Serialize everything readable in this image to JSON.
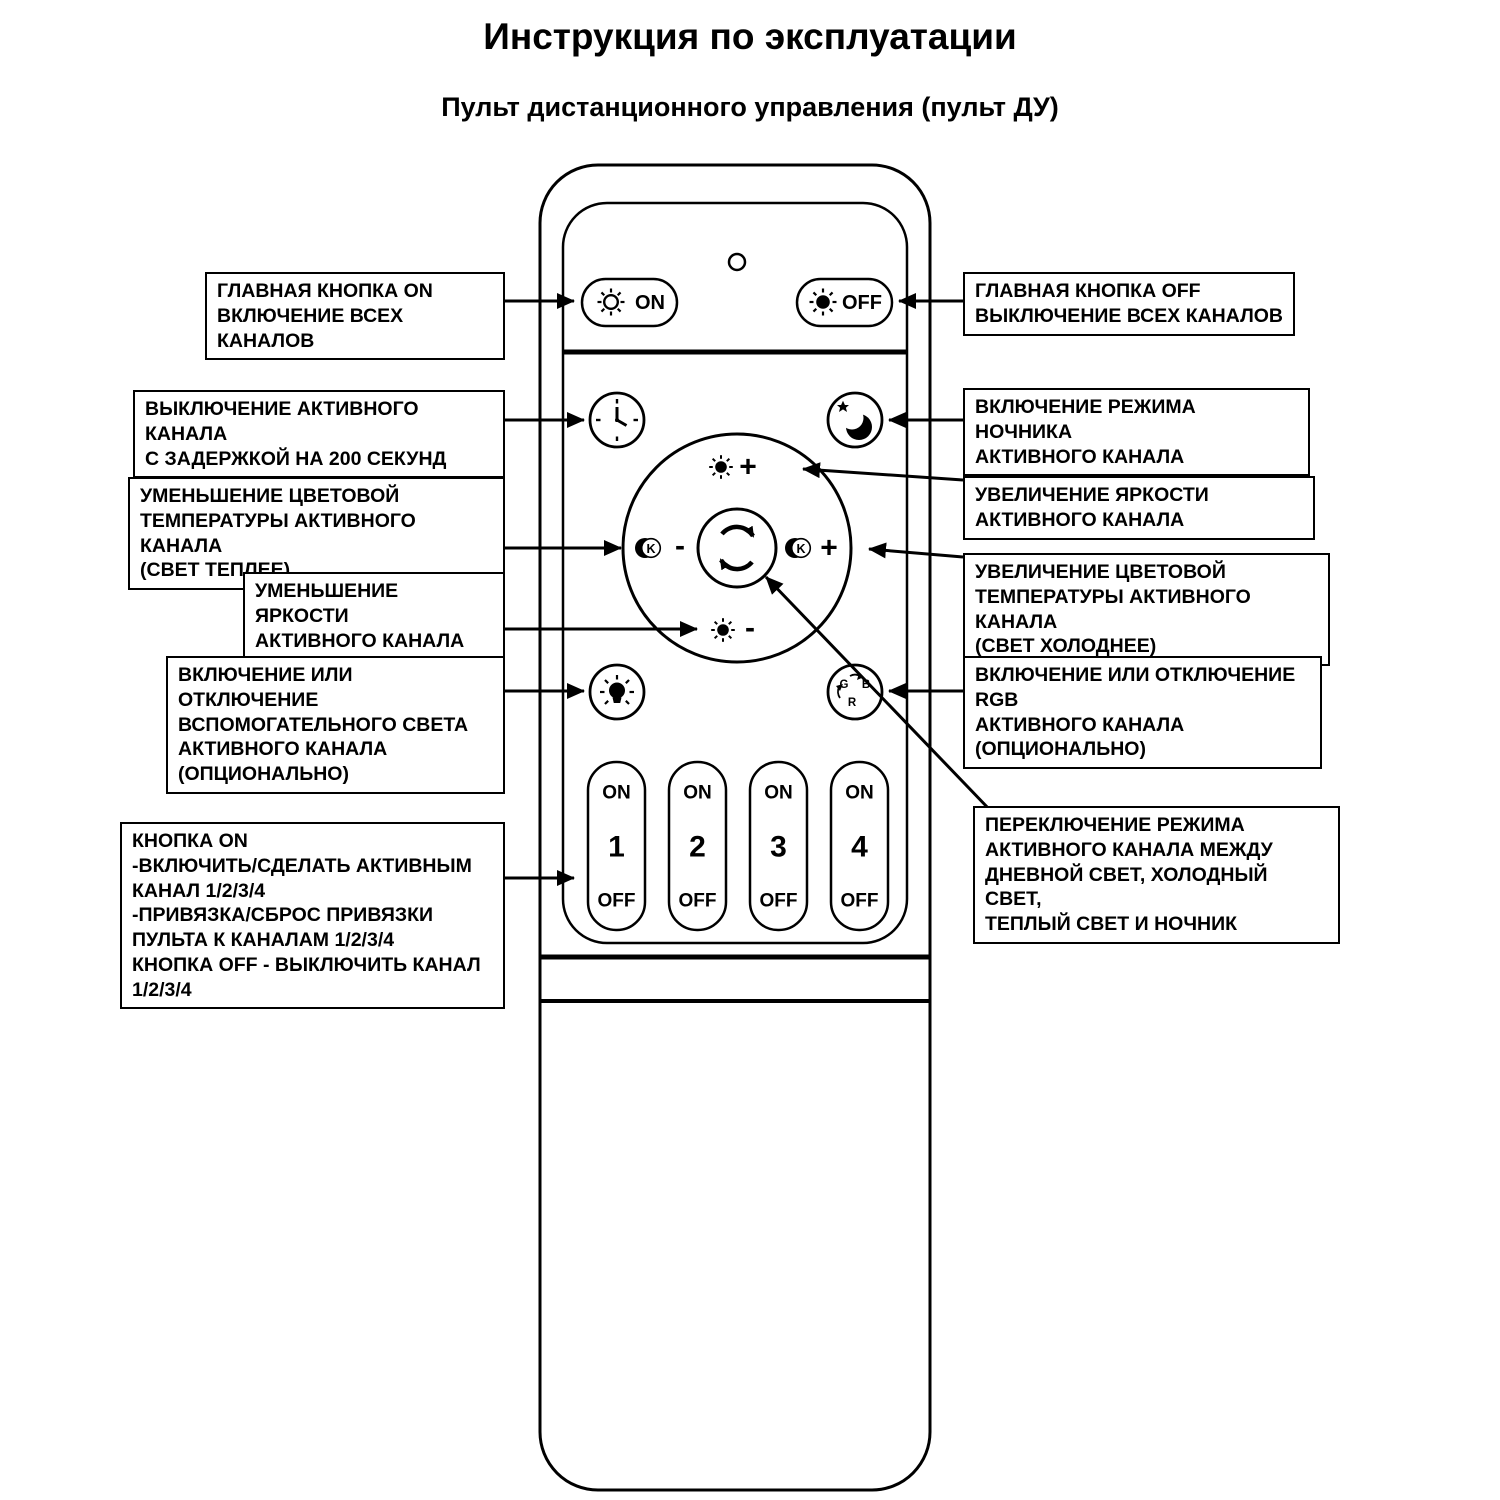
{
  "title": "Инструкция по эксплуатации",
  "subtitle": "Пульт дистанционного управления (пульт ДУ)",
  "remote": {
    "on_label": "ON",
    "off_label": "OFF",
    "dpad": {
      "brightness_up_sign": "+",
      "brightness_down_sign": "-",
      "temp_down_sign": "-",
      "temp_up_sign": "+",
      "kelvin": "K"
    },
    "rgb": {
      "g": "G",
      "r": "R",
      "b": "B"
    },
    "channels": [
      {
        "on": "ON",
        "num": "1",
        "off": "OFF"
      },
      {
        "on": "ON",
        "num": "2",
        "off": "OFF"
      },
      {
        "on": "ON",
        "num": "3",
        "off": "OFF"
      },
      {
        "on": "ON",
        "num": "4",
        "off": "OFF"
      }
    ]
  },
  "callouts": {
    "left": [
      {
        "text": "ГЛАВНАЯ КНОПКА ON\nВКЛЮЧЕНИЕ ВСЕХ КАНАЛОВ"
      },
      {
        "text": "ВЫКЛЮЧЕНИЕ АКТИВНОГО КАНАЛА\nС ЗАДЕРЖКОЙ НА 200 СЕКУНД"
      },
      {
        "text": "УМЕНЬШЕНИЕ ЦВЕТОВОЙ\nТЕМПЕРАТУРЫ АКТИВНОГО КАНАЛА\n(СВЕТ ТЕПЛЕЕ)"
      },
      {
        "text": "УМЕНЬШЕНИЕ ЯРКОСТИ\nАКТИВНОГО КАНАЛА"
      },
      {
        "text": "ВКЛЮЧЕНИЕ ИЛИ ОТКЛЮЧЕНИЕ\nВСПОМОГАТЕЛЬНОГО СВЕТА\nАКТИВНОГО КАНАЛА\n(ОПЦИОНАЛЬНО)"
      },
      {
        "text": "КНОПКА ON\n-ВКЛЮЧИТЬ/СДЕЛАТЬ АКТИВНЫМ\nКАНАЛ 1/2/3/4\n-ПРИВЯЗКА/СБРОС ПРИВЯЗКИ\nПУЛЬТА К КАНАЛАМ 1/2/3/4\nКНОПКА OFF - ВЫКЛЮЧИТЬ КАНАЛ\n1/2/3/4"
      }
    ],
    "right": [
      {
        "text": "ГЛАВНАЯ КНОПКА OFF\nВЫКЛЮЧЕНИЕ ВСЕХ КАНАЛОВ"
      },
      {
        "text": "ВКЛЮЧЕНИЕ РЕЖИМА НОЧНИКА\nАКТИВНОГО КАНАЛА"
      },
      {
        "text": "УВЕЛИЧЕНИЕ ЯРКОСТИ\nАКТИВНОГО КАНАЛА"
      },
      {
        "text": "УВЕЛИЧЕНИЕ ЦВЕТОВОЙ\nТЕМПЕРАТУРЫ АКТИВНОГО КАНАЛА\n(СВЕТ ХОЛОДНЕЕ)"
      },
      {
        "text": "ВКЛЮЧЕНИЕ ИЛИ ОТКЛЮЧЕНИЕ RGB\nАКТИВНОГО КАНАЛА (ОПЦИОНАЛЬНО)"
      },
      {
        "text": "ПЕРЕКЛЮЧЕНИЕ РЕЖИМА\nАКТИВНОГО КАНАЛА МЕЖДУ\nДНЕВНОЙ СВЕТ, ХОЛОДНЫЙ СВЕТ,\nТЕПЛЫЙ СВЕТ И НОЧНИК"
      }
    ]
  }
}
